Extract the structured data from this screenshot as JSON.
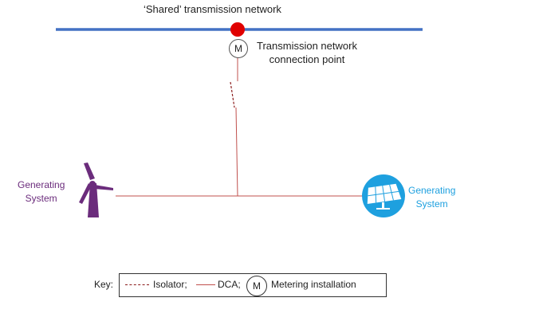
{
  "network": {
    "title": "‘Shared’ transmission network",
    "bus_color": "#4472c4",
    "node_color": "#e00000"
  },
  "connection_point": {
    "line1": "Transmission network",
    "line2": "connection point",
    "meter_symbol": "M"
  },
  "generators": {
    "left": {
      "line1": "Generating",
      "line2": "System",
      "icon": "wind-turbine-icon",
      "color": "#6b2c7c"
    },
    "right": {
      "line1": "Generating",
      "line2": "System",
      "icon": "solar-panel-icon",
      "color": "#1ea0df"
    }
  },
  "dca_color": "#c0504d",
  "key": {
    "title": "Key:",
    "isolator": "Isolator;",
    "dca": "DCA;",
    "meter_symbol": "M",
    "metering": "Metering installation"
  }
}
